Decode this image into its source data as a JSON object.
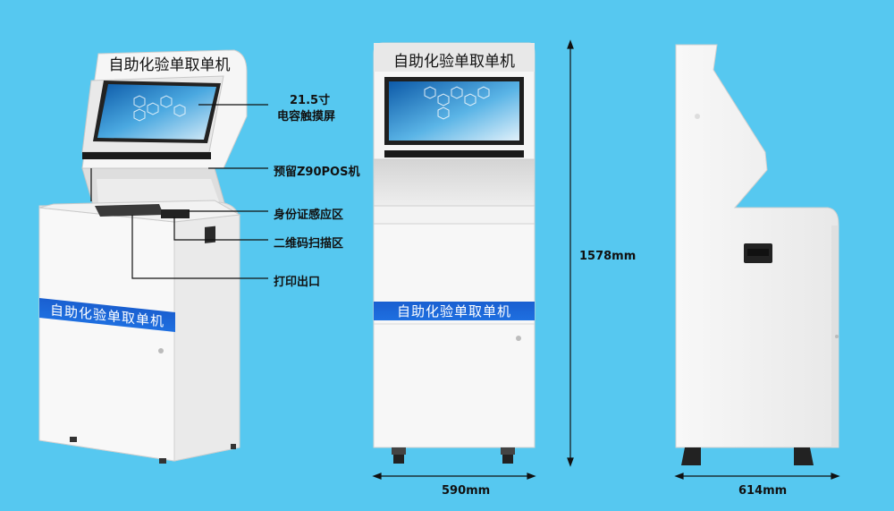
{
  "machine_name": "自助化验单取单机",
  "callouts": {
    "screen_size": "21.5寸",
    "screen_type": "电容触摸屏",
    "pos_slot": "预留Z90POS机",
    "id_reader": "身份证感应区",
    "qr_scanner": "二维码扫描区",
    "print_outlet": "打印出口"
  },
  "dimensions": {
    "height": "1578mm",
    "width": "590mm",
    "depth": "614mm"
  }
}
